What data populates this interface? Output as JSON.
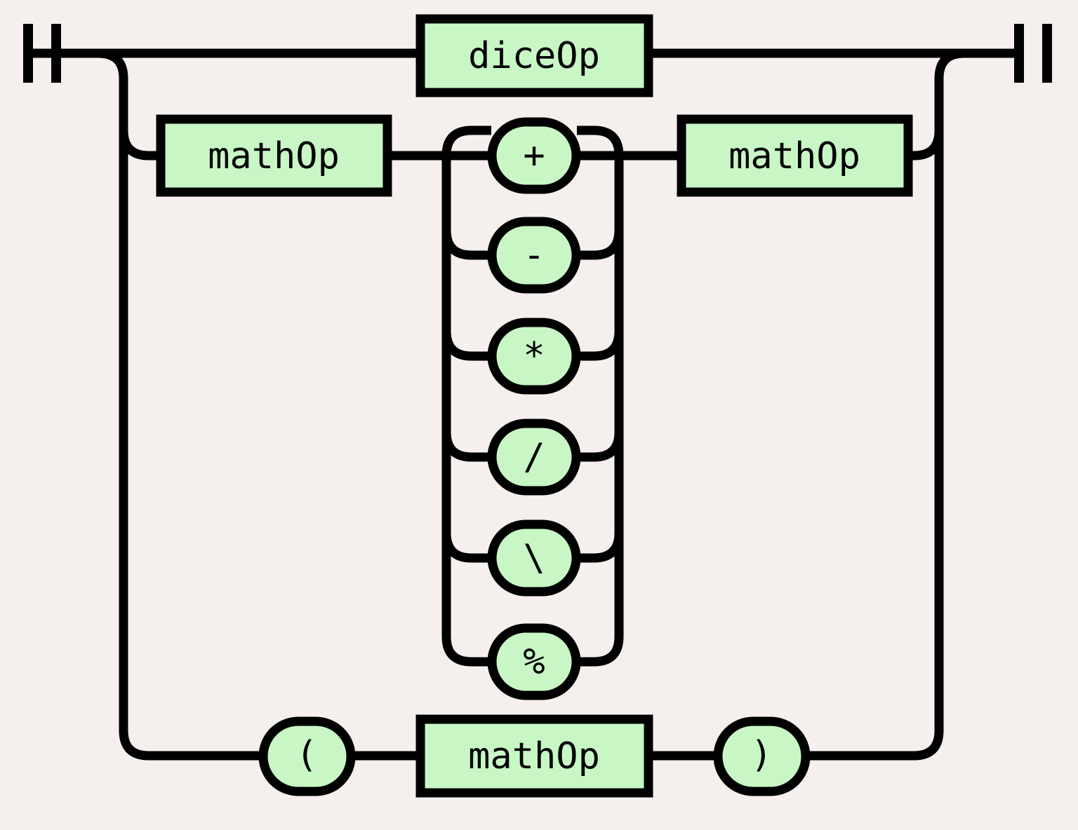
{
  "diagram": {
    "kind": "railroad-syntax-diagram",
    "rule_name": "mathOp",
    "background_color": "#f5f0ed",
    "node_fill_color": "#c8f7c5",
    "line_color": "#000000",
    "start_marker": "track-start",
    "end_marker": "track-end",
    "branches": [
      {
        "id": "branch-diceop",
        "label": "top-alternative",
        "items": [
          {
            "type": "nonterminal",
            "text": "diceOp"
          }
        ]
      },
      {
        "id": "branch-binary-expression",
        "label": "middle-alternative",
        "items": [
          {
            "type": "nonterminal",
            "text": "mathOp"
          },
          {
            "type": "choice",
            "options": [
              "+",
              "-",
              "*",
              "/",
              "\\",
              "%"
            ]
          },
          {
            "type": "nonterminal",
            "text": "mathOp"
          }
        ]
      },
      {
        "id": "branch-parenthesized",
        "label": "bottom-alternative",
        "items": [
          {
            "type": "terminal",
            "text": "("
          },
          {
            "type": "nonterminal",
            "text": "mathOp"
          },
          {
            "type": "terminal",
            "text": ")"
          }
        ]
      }
    ],
    "nodes": {
      "diceop_box": "diceOp",
      "left_mathop_box": "mathOp",
      "right_mathop_box": "mathOp",
      "paren_mathop_box": "mathOp",
      "open_paren": "(",
      "close_paren": ")",
      "op_plus": "+",
      "op_minus": "-",
      "op_times": "*",
      "op_divide": "/",
      "op_backslash": "\\",
      "op_modulo": "%"
    }
  }
}
